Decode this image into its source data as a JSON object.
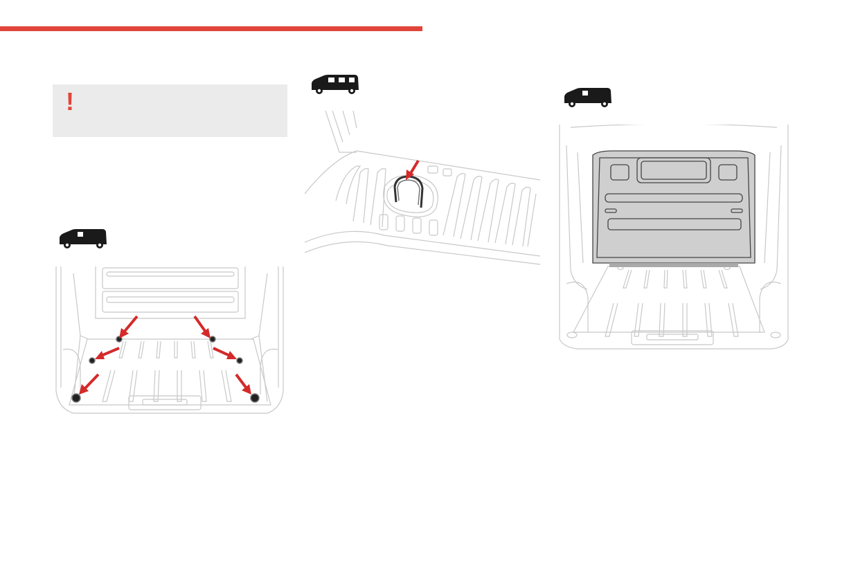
{
  "colors": {
    "accent": "#e0453a",
    "arrow": "#d42a2a",
    "warning_bg": "#ebebeb",
    "line_art": "#c8c8c8",
    "van": "#1a1a1a",
    "panel": "#cfcfcf"
  },
  "warning": {
    "mark": "!"
  },
  "figures": [
    {
      "name": "cargo-floor-anchoring-rings",
      "van_icon": "compact-van-icon",
      "arrow_count": 6
    },
    {
      "name": "floor-hook-detail",
      "van_icon": "crew-cab-van-icon",
      "arrow_count": 1
    },
    {
      "name": "cargo-area-bulkhead",
      "van_icon": "compact-van-icon",
      "arrow_count": 0
    }
  ]
}
